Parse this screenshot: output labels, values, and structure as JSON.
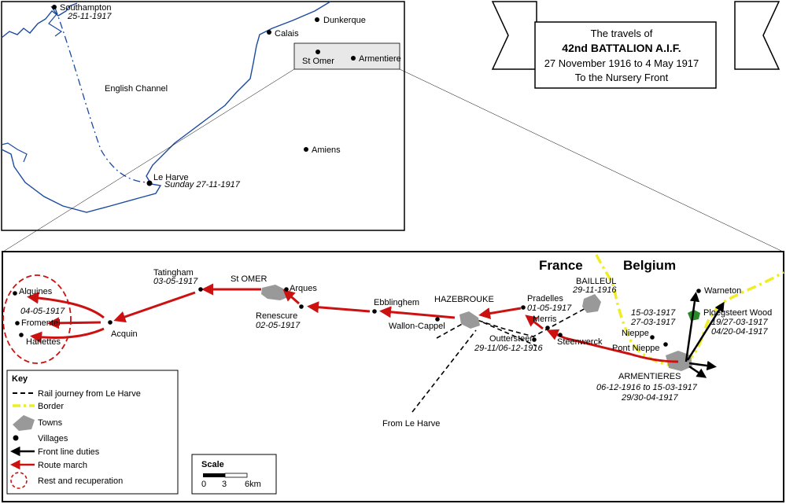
{
  "title": {
    "line1": "The travels of",
    "line2": "42nd BATTALION A.I.F.",
    "line3": "27 November 1916 to 4 May 1917",
    "line4": "To the Nursery Front"
  },
  "inset": {
    "places": [
      {
        "name": "Southampton",
        "date": "25-11-1917"
      },
      {
        "name": "Dunkerque",
        "date": ""
      },
      {
        "name": "Calais",
        "date": ""
      },
      {
        "name": "St Omer",
        "date": ""
      },
      {
        "name": "Armentiere",
        "date": ""
      },
      {
        "name": "Amiens",
        "date": ""
      },
      {
        "name": "Le Harve",
        "date": "Sunday 27-11-1917"
      }
    ],
    "sea_label": "English Channel"
  },
  "main": {
    "countries": [
      "France",
      "Belgium"
    ],
    "places": [
      {
        "name": "Tatingham",
        "date": "03-05-1917"
      },
      {
        "name": "St OMER",
        "date": ""
      },
      {
        "name": "Arques",
        "date": ""
      },
      {
        "name": "Renescure",
        "date": "02-05-1917"
      },
      {
        "name": "Ebblinghem",
        "date": ""
      },
      {
        "name": "Wallon-Cappel",
        "date": ""
      },
      {
        "name": "HAZEBROUKE",
        "date": ""
      },
      {
        "name": "Pradelles",
        "date": "01-05-1917"
      },
      {
        "name": "BAILLEUL",
        "date": "29-11-1916"
      },
      {
        "name": "Merris",
        "date": ""
      },
      {
        "name": "Outtersteen",
        "date": "29-11/06-12-1916"
      },
      {
        "name": "Steenwerck",
        "date": ""
      },
      {
        "name": "Nieppe",
        "date": ""
      },
      {
        "name": "Pont Nieppe",
        "date": ""
      },
      {
        "name": "ARMENTIERES",
        "date": "06-12-1916 to 15-03-1917"
      },
      {
        "name": "Warneton",
        "date": ""
      },
      {
        "name": "Ploegsteert Wood",
        "date": "19/27-03-1917"
      },
      {
        "name": "Alquines",
        "date": ""
      },
      {
        "name": "Fromentel",
        "date": ""
      },
      {
        "name": "Harlettes",
        "date": ""
      },
      {
        "name": "Acquin",
        "date": ""
      },
      {
        "name": "From Le Harve",
        "date": ""
      }
    ],
    "extra_dates": {
      "armentieres_second": "29/30-04-1917",
      "ploegsteert_second": "04/20-04-1917",
      "belgium_dates": [
        "15-03-1917",
        "27-03-1917"
      ],
      "alquines_date": "04-05-1917"
    }
  },
  "key": {
    "title": "Key",
    "items": [
      "Rail journey from Le Harve",
      "Border",
      "Towns",
      "Villages",
      "Front line duties",
      "Route march",
      "Rest and recuperation"
    ],
    "colors": {
      "rail": "#000000",
      "border": "#eeee22",
      "town": "#999999",
      "route": "#cc1111",
      "rest": "#cc1111",
      "wood": "#2a8a2a"
    }
  },
  "scale": {
    "title": "Scale",
    "ticks": [
      "0",
      "3",
      "6km"
    ]
  }
}
